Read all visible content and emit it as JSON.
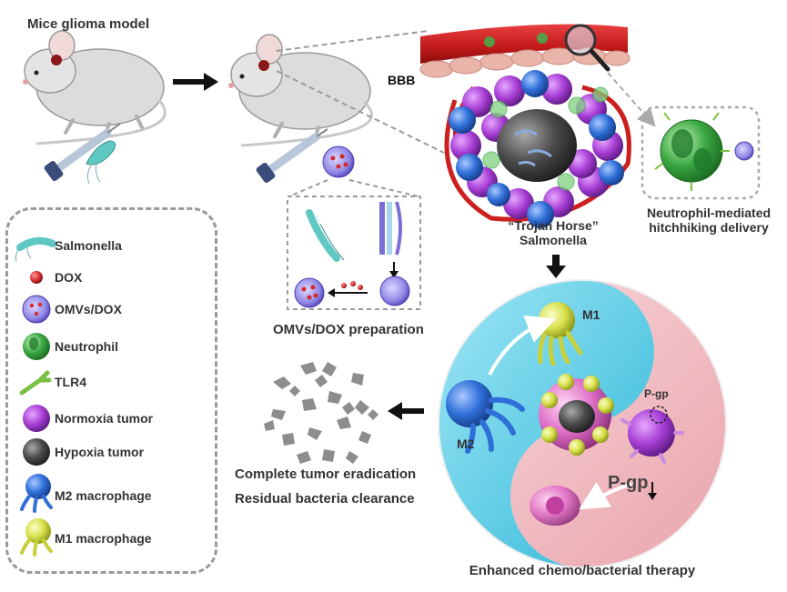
{
  "labels": {
    "mice_model": "Mice glioma model",
    "bbb": "BBB",
    "trojan_line1": "“Trojan Horse”",
    "trojan_line2": "Salmonella",
    "hitch_line1": "Neutrophil-mediated",
    "hitch_line2": "hitchhiking delivery",
    "omv_prep": "OMVs/DOX preparation",
    "m1": "M1",
    "m2": "M2",
    "pgp_small": "P-gp",
    "pgp_large": "P-gp",
    "eradication": "Complete tumor eradication",
    "clearance": "Residual bacteria clearance",
    "enhanced": "Enhanced chemo/bacterial therapy"
  },
  "legend": [
    {
      "label": "Salmonella",
      "icon": "salmonella-icon"
    },
    {
      "label": "DOX",
      "icon": "dox-icon"
    },
    {
      "label": "OMVs/DOX",
      "icon": "omv-icon"
    },
    {
      "label": "Neutrophil",
      "icon": "neutrophil-icon"
    },
    {
      "label": "TLR4",
      "icon": "tlr4-icon"
    },
    {
      "label": "Normoxia tumor",
      "icon": "normoxia-tumor-icon"
    },
    {
      "label": "Hypoxia tumor",
      "icon": "hypoxia-tumor-icon"
    },
    {
      "label": "M2 macrophage",
      "icon": "m2-macrophage-icon"
    },
    {
      "label": "M1 macrophage",
      "icon": "m1-macrophage-icon"
    }
  ],
  "colors": {
    "salmonella": "#5fc8c2",
    "dox": "#d42a2a",
    "omv": "#7b6fd6",
    "neutrophil": "#3aa843",
    "tlr4": "#7ac143",
    "normoxia": "#a83fd6",
    "hypoxia": "#4a4a4a",
    "m2": "#2f6fd8",
    "m1": "#d7e04a",
    "vessel": "#cc2020",
    "yin_blue": "#4ccbe6",
    "yin_pink": "#f4c2c6"
  }
}
